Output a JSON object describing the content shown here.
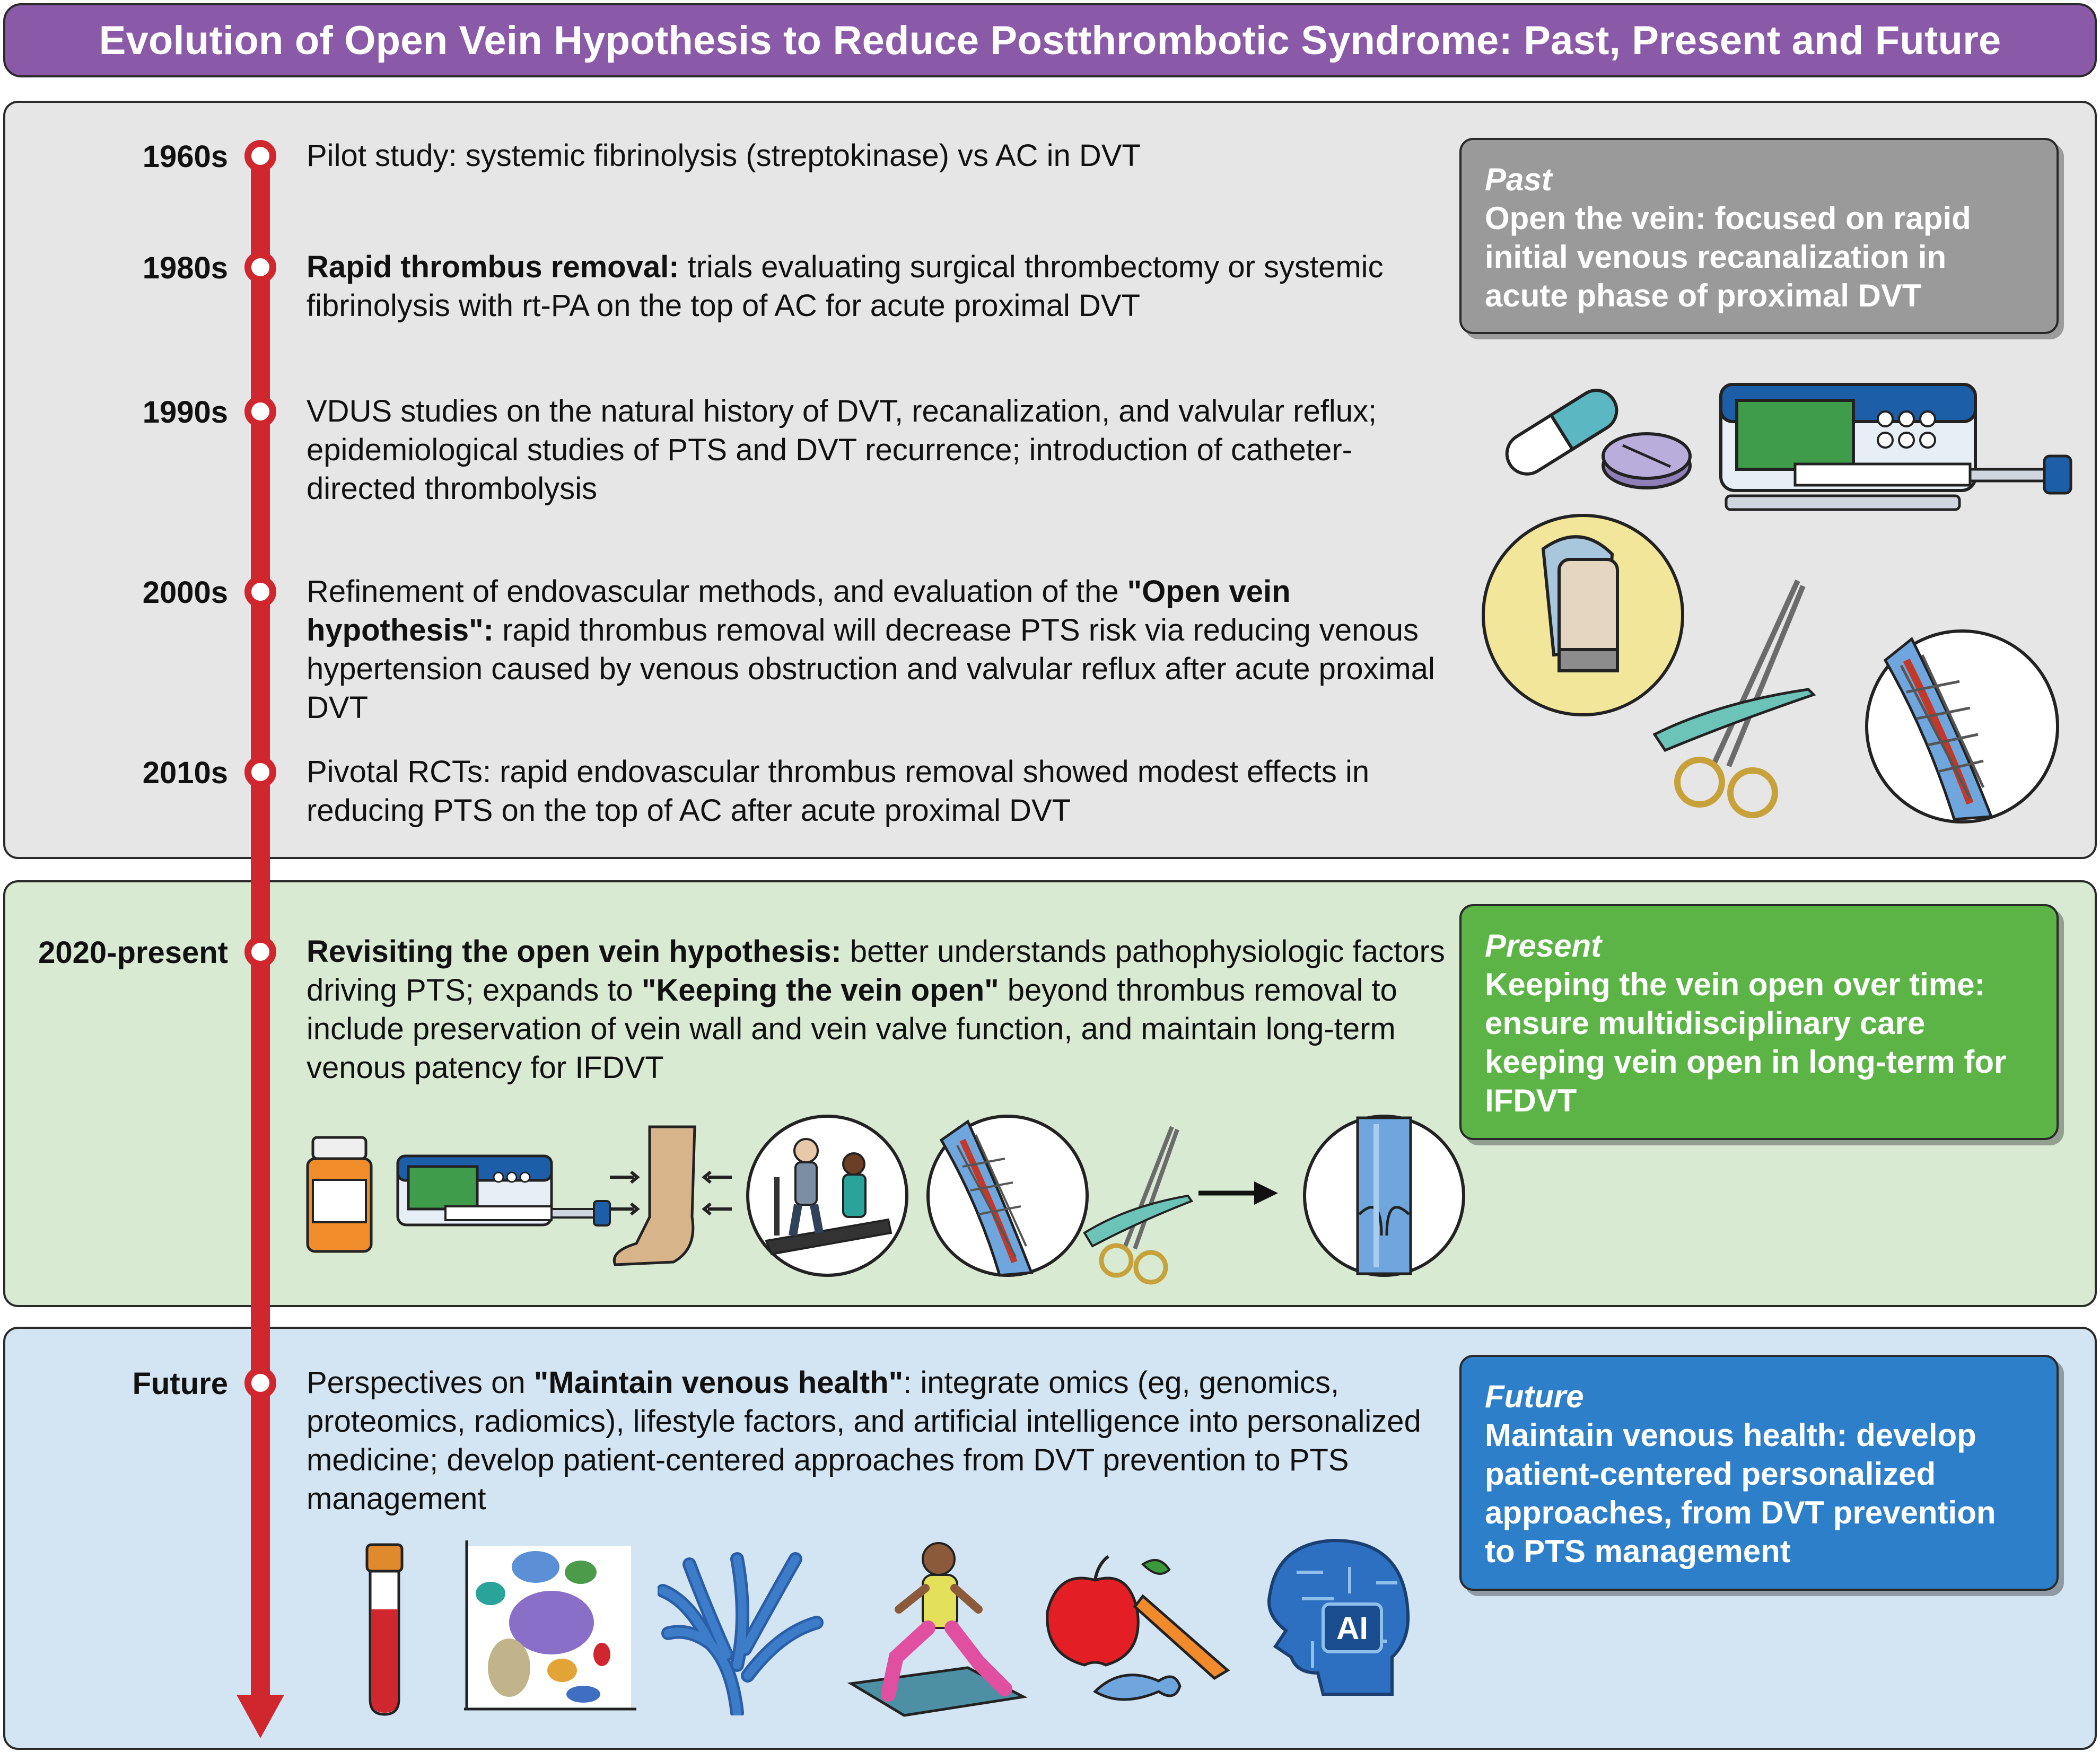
{
  "title": "Evolution of Open Vein Hypothesis to Reduce Postthrombotic Syndrome: Past, Present and Future",
  "colors": {
    "title_banner": "#8a5aa8",
    "timeline": "#d0262d",
    "past_section": "#e6e6e6",
    "present_section": "#d9ead3",
    "future_section": "#d3e4f2",
    "past_box": "#9a9a9a",
    "present_box": "#5cb446",
    "future_box": "#2d7fc9"
  },
  "timeline": [
    {
      "era": "1960s",
      "parts": [
        {
          "text": "Pilot study: systemic fibrinolysis (streptokinase) vs AC in DVT"
        }
      ]
    },
    {
      "era": "1980s",
      "parts": [
        {
          "text": "Rapid thrombus removal:",
          "bold": true
        },
        {
          "text": " trials evaluating surgical thrombectomy or systemic fibrinolysis with rt-PA on the top of AC for acute proximal DVT"
        }
      ]
    },
    {
      "era": "1990s",
      "parts": [
        {
          "text": "VDUS studies on the natural history of DVT, recanalization, and valvular reflux; epidemiological studies of PTS and DVT recurrence; introduction of catheter-directed thrombolysis"
        }
      ]
    },
    {
      "era": "2000s",
      "parts": [
        {
          "text": "Refinement of endovascular methods, and evaluation of the "
        },
        {
          "text": "\"Open vein hypothesis\":",
          "bold": true
        },
        {
          "text": " rapid thrombus removal will decrease PTS risk via reducing venous hypertension caused by venous obstruction and valvular reflux after acute proximal DVT"
        }
      ]
    },
    {
      "era": "2010s",
      "parts": [
        {
          "text": "Pivotal RCTs: rapid endovascular thrombus removal showed modest effects in reducing PTS on the top of AC after acute proximal DVT"
        }
      ]
    },
    {
      "era": "2020-present",
      "parts": [
        {
          "text": "Revisiting the open vein hypothesis:",
          "bold": true
        },
        {
          "text": " better understands pathophysiologic factors driving PTS; expands to "
        },
        {
          "text": "\"Keeping the vein open\"",
          "bold": true
        },
        {
          "text": " beyond thrombus removal to include preservation of vein wall and vein valve function, and maintain long-term venous patency for IFDVT"
        }
      ]
    },
    {
      "era": "Future",
      "parts": [
        {
          "text": "Perspectives on "
        },
        {
          "text": "\"Maintain venous health\"",
          "bold": true
        },
        {
          "text": ": integrate omics (eg, genomics, proteomics, radiomics), lifestyle factors, and artificial intelligence into personalized medicine; develop patient-centered approaches from DVT prevention to PTS management"
        }
      ]
    }
  ],
  "phases": {
    "past": {
      "name": "Past",
      "text": "Open the vein: focused on rapid initial venous recanalization in acute phase of proximal DVT"
    },
    "present": {
      "name": "Present",
      "text": "Keeping the vein open over time: ensure multidisciplinary care keeping vein open in long-term for IFDVT"
    },
    "future": {
      "name": "Future",
      "text": "Maintain venous health: develop patient-centered personalized approaches, from DVT prevention to PTS management"
    }
  },
  "illustrations": {
    "past": [
      "capsule-icon",
      "tablet-icon",
      "infusion-pump-icon",
      "compression-device-icon",
      "surgical-instruments-icon",
      "venous-stent-icon"
    ],
    "present": [
      "pill-bottle-icon",
      "infusion-pump-icon",
      "compression-stocking-icon",
      "treadmill-rehab-icon",
      "venous-stent-icon",
      "surgical-instruments-icon",
      "arrow-right-icon",
      "healthy-vein-valve-icon"
    ],
    "future": [
      "blood-sample-tube-icon",
      "omics-cluster-plot-icon",
      "venous-tree-icon",
      "exercise-lunge-icon",
      "healthy-food-icon",
      "ai-head-icon"
    ]
  }
}
